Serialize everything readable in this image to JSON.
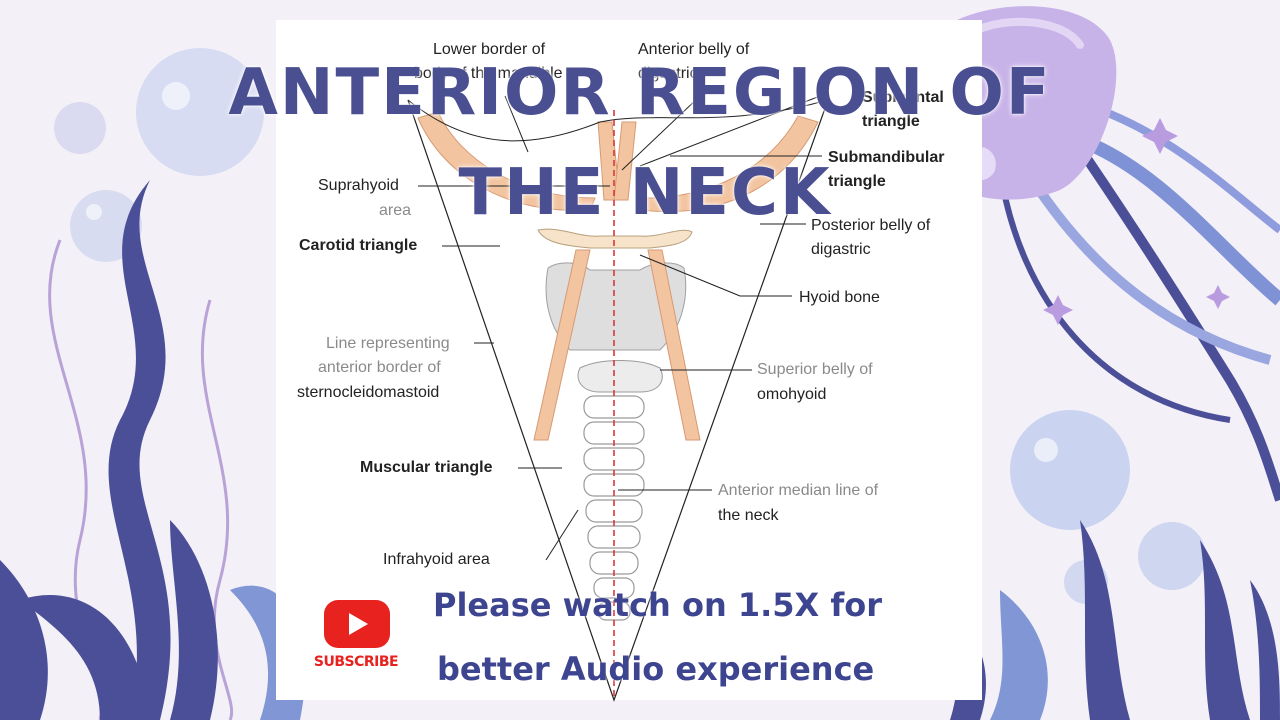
{
  "video": {
    "title_line1": "ANTERIOR REGION OF",
    "title_line2": "THE NECK",
    "note_line1": "Please watch on 1.5X for",
    "note_line2": "better Audio experience",
    "subscribe_label": "SUBSCRIBE"
  },
  "diagram": {
    "labels": {
      "lower_border_1": "Lower border of",
      "lower_border_2": "body of the mandible",
      "anterior_belly_1": "Anterior belly of",
      "anterior_belly_2": "digastric",
      "submental_1": "Submental",
      "submental_2": "triangle",
      "submandibular_1": "Submandibular",
      "submandibular_2": "triangle",
      "suprahyoid_1": "Suprahyoid",
      "suprahyoid_2": "area",
      "carotid": "Carotid triangle",
      "posterior_belly_1": "Posterior belly of",
      "posterior_belly_2": "digastric",
      "hyoid": "Hyoid bone",
      "line_rep_1": "Line representing",
      "line_rep_2": "anterior border of",
      "line_rep_3": "sternocleidomastoid",
      "superior_belly_1": "Superior belly of",
      "superior_belly_2": "omohyoid",
      "muscular": "Muscular triangle",
      "median_1": "Anterior median line of",
      "median_2": "the neck",
      "infrahyoid": "Infrahyoid area"
    }
  },
  "colors": {
    "title": "#4a4f91",
    "muscle": "#f2c4a0",
    "cartilage": "#dcdcdc",
    "median_line": "#d9383a",
    "subscribe_red": "#e8221f"
  }
}
